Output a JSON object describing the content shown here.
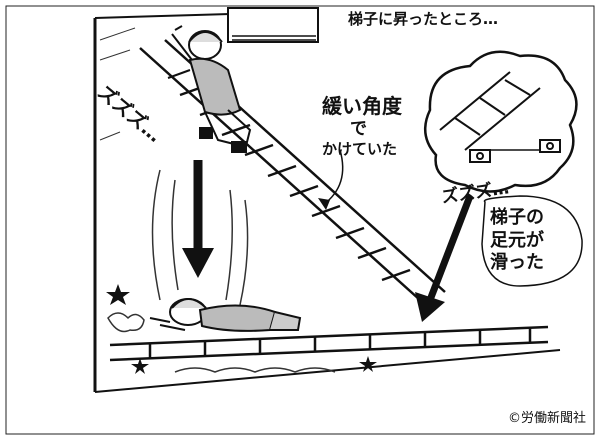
{
  "captions": {
    "top": "梯子に昇ったところ…",
    "angle_line1": "緩い角度",
    "angle_line2": "で",
    "angle_line3": "かけていた",
    "sfx_left": "ズズズ…",
    "sfx_right": "ズズズ…",
    "slipped_line1": "梯子の",
    "slipped_line2": "足元が",
    "slipped_line3": "滑った"
  },
  "copyright": "©労働新聞社"
}
